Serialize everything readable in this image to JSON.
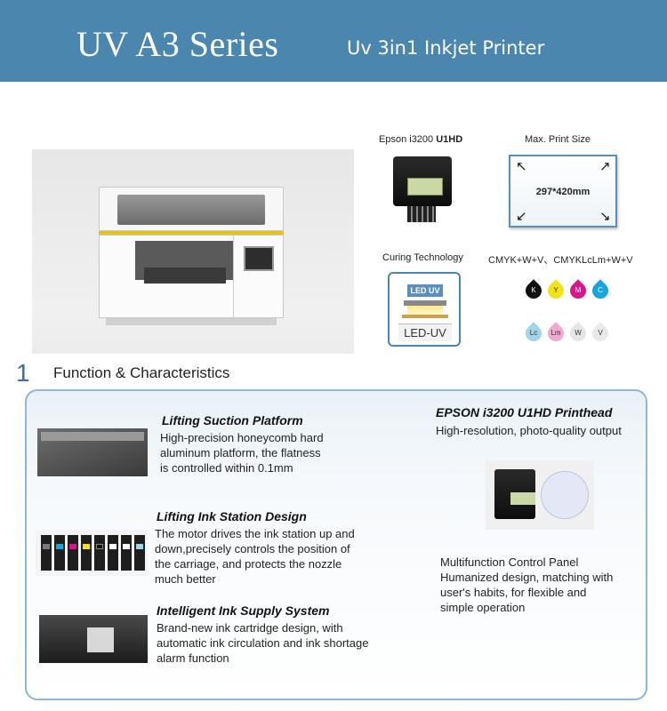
{
  "banner": {
    "title": "UV A3 Series",
    "subtitle": "Uv 3in1 Inkjet Printer",
    "background": "#4a86ae"
  },
  "specs": {
    "printhead_caption_prefix": "Epson i3200 ",
    "printhead_caption_strong": "U1HD",
    "max_size_caption": "Max. Print Size",
    "max_size_value": "297*420mm",
    "curing_caption": "Curing Technology",
    "led_badge": "LED UV",
    "led_label": "LED-UV",
    "ink_caption": "CMYK+W+V、CMYKLcLm+W+V",
    "inks": [
      {
        "label": "K",
        "color": "#111111"
      },
      {
        "label": "Y",
        "color": "#f2e21a"
      },
      {
        "label": "M",
        "color": "#d8168c"
      },
      {
        "label": "C",
        "color": "#18a4dc"
      },
      {
        "label": "Lc",
        "color": "#9fd4ea"
      },
      {
        "label": "Lm",
        "color": "#f1a9cf"
      },
      {
        "label": "W",
        "color": "#e6e6e6"
      },
      {
        "label": "V",
        "color": "#e9e9e9"
      }
    ]
  },
  "section": {
    "number": "1",
    "title": "Function & Characteristics"
  },
  "features": {
    "platform_title": "Lifting Suction Platform",
    "platform_text_1": "High-precision honeycomb hard",
    "platform_text_2": "aluminum platform, the flatness",
    "platform_text_3": "is controlled within 0.1mm",
    "ink_station_title": "Lifting Ink Station Design",
    "ink_station_text_1": "The motor drives the ink station up and",
    "ink_station_text_2": "down,precisely controls the position of",
    "ink_station_text_3": "the carriage, and protects the nozzle",
    "ink_station_text_4": "much better",
    "supply_title": "Intelligent Ink Supply System",
    "supply_text_1": "Brand-new ink cartridge design, with",
    "supply_text_2": "automatic ink circulation and ink shortage",
    "supply_text_3": "alarm function",
    "printhead_title": "EPSON i3200 U1HD Printhead",
    "printhead_text": "High-resolution, photo-quality output",
    "panel_title": "Multifunction Control Panel",
    "panel_text_1": "Humanized design, matching with",
    "panel_text_2": "user's habits, for flexible and",
    "panel_text_3": "simple operation"
  }
}
